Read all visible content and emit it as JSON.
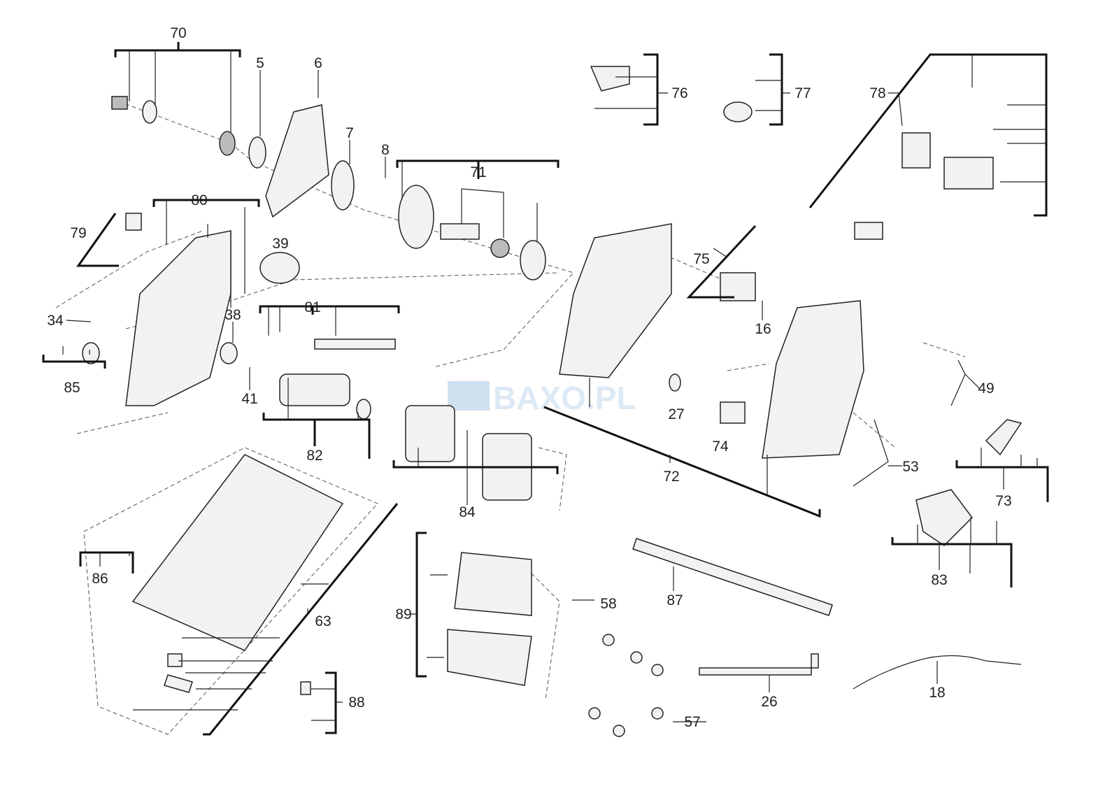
{
  "diagram": {
    "type": "exploded parts diagram",
    "watermark": "BAXO.PL",
    "colors": {
      "line": "#222222",
      "watermark": "#cfe0f0"
    },
    "labels": [
      "70",
      "5",
      "6",
      "7",
      "8",
      "71",
      "80",
      "79",
      "39",
      "34",
      "38",
      "81",
      "85",
      "41",
      "82",
      "84",
      "76",
      "77",
      "78",
      "75",
      "16",
      "72",
      "27",
      "74",
      "49",
      "53",
      "73",
      "83",
      "86",
      "63",
      "89",
      "58",
      "87",
      "88",
      "26",
      "57",
      "18"
    ]
  }
}
